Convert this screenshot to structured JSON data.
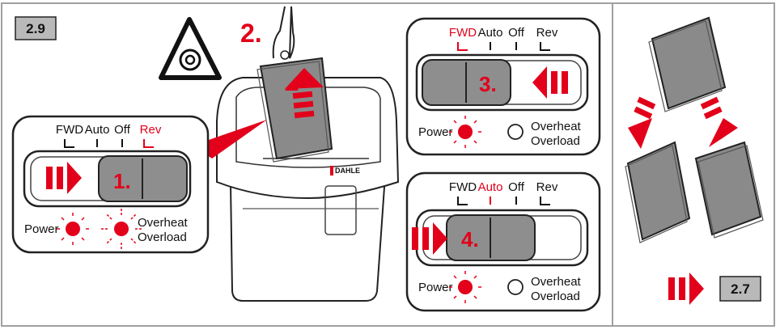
{
  "step_badge": "2.9",
  "next_badge": "2.7",
  "step_numbers": {
    "insert": "2.",
    "panel_1": "1.",
    "panel_3": "3.",
    "panel_4": "4."
  },
  "brand": "DAHLE",
  "switch_labels": {
    "fwd": "FWD",
    "auto": "Auto",
    "off": "Off",
    "rev": "Rev"
  },
  "indicators": {
    "power": "Power",
    "overheat": "Overheat",
    "overload": "Overload"
  },
  "colors": {
    "accent_red": "#e2001a",
    "frame_gray": "#a0a0a0",
    "badge_gray": "#b9b9b9",
    "slider_gray": "#8e8e8e",
    "paper_gray": "#8a8a8a"
  },
  "icons": [
    "rotating-blades-warning-icon",
    "hand-holding-paper-icon",
    "shredder-icon",
    "paper-stack-icon",
    "red-arrow-icon"
  ]
}
